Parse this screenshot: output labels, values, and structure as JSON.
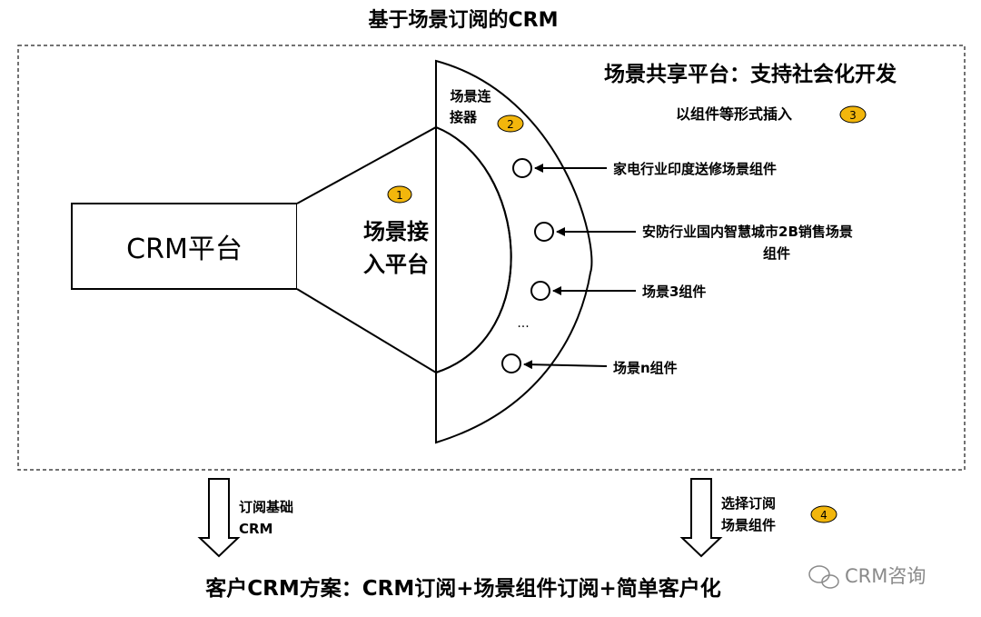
{
  "title": "基于场景订阅的CRM",
  "crm_platform_label": "CRM平台",
  "access_platform": {
    "badge": "1",
    "label_line1": "场景接",
    "label_line2": "入平台"
  },
  "connector": {
    "label_line1": "场景连",
    "label_line2": "接器",
    "badge": "2"
  },
  "sharing_platform": {
    "title": "场景共享平台：支持社会化开发",
    "subtitle": "以组件等形式插入",
    "badge": "3"
  },
  "components": [
    {
      "line1": "家电行业印度送修场景组件",
      "line2": ""
    },
    {
      "line1": "安防行业国内智慧城市2B销售场景",
      "line2": "组件"
    },
    {
      "line1": "场景3组件",
      "line2": ""
    },
    {
      "line1": "场景n组件",
      "line2": ""
    }
  ],
  "ellipsis": "...",
  "subscribe_base": {
    "line1": "订阅基础",
    "line2": "CRM"
  },
  "subscribe_scene": {
    "line1": "选择订阅",
    "line2": "场景组件",
    "badge": "4"
  },
  "bottom_title": "客户CRM方案：CRM订阅+场景组件订阅+简单客户化",
  "watermark": "CRM咨询",
  "colors": {
    "badge_fill": "#F2B60C",
    "stroke": "#000000",
    "background": "#FFFFFF"
  }
}
